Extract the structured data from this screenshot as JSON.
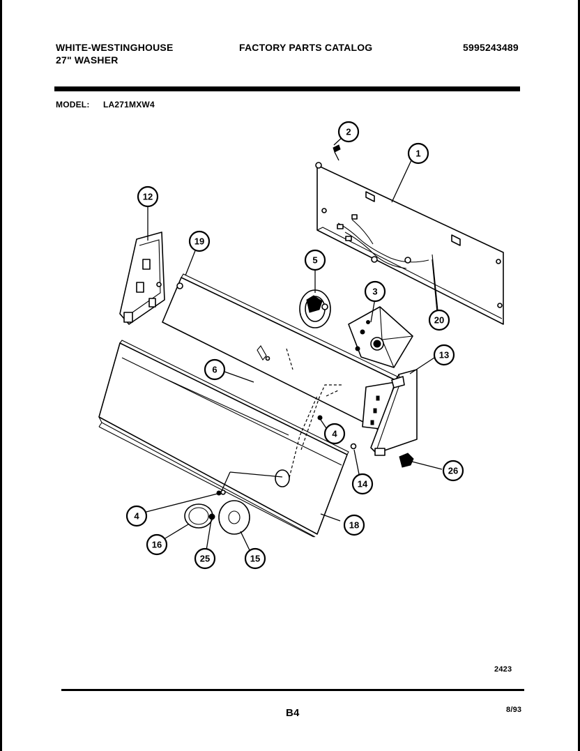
{
  "header": {
    "brand": "WHITE-WESTINGHOUSE",
    "product": "27\" WASHER",
    "catalog": "FACTORY PARTS CATALOG",
    "catalog_number": "5995243489",
    "model_label": "MODEL:",
    "model_value": "LA271MXW4"
  },
  "callouts": [
    "1",
    "2",
    "3",
    "4",
    "4",
    "5",
    "6",
    "12",
    "13",
    "14",
    "15",
    "16",
    "18",
    "19",
    "20",
    "25",
    "26"
  ],
  "footer": {
    "drawing_number": "2423",
    "page": "B4",
    "date": "8/93"
  }
}
